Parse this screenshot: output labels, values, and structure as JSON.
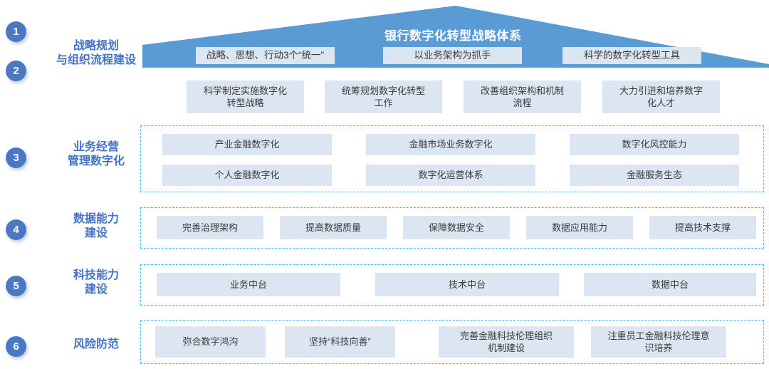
{
  "diagram": {
    "title": "银行数字化转型战略体系",
    "accent_blue": "#4472c4",
    "banner_blue": "#5b9bd5",
    "cell_blue": "#dce6f2",
    "dashed_cyan": "#3fbdf1"
  },
  "rail": [
    {
      "num": "1",
      "label": ""
    },
    {
      "num": "2",
      "label": "战略规划\n与组织流程建设"
    },
    {
      "num": "3",
      "label": "业务经营\n管理数字化"
    },
    {
      "num": "4",
      "label": "数据能力\n建设"
    },
    {
      "num": "5",
      "label": "科技能力\n建设"
    },
    {
      "num": "6",
      "label": "风险防范"
    }
  ],
  "rows": {
    "banner_items": [
      "战略、思想、行动3个“统一”",
      "以业务架构为抓手",
      "科学的数字化转型工具"
    ],
    "strategy_items": [
      "科学制定实施数字化\n转型战略",
      "统筹规划数字化转型\n工作",
      "改善组织架构和机制\n流程",
      "大力引进和培养数字\n化人才"
    ],
    "business_items": [
      "产业金融数字化",
      "金融市场业务数字化",
      "数字化风控能力",
      "个人金融数字化",
      "数字化运营体系",
      "金融服务生态"
    ],
    "data_items": [
      "完善治理架构",
      "提高数据质量",
      "保障数据安全",
      "数据应用能力",
      "提高技术支撑"
    ],
    "tech_items": [
      "业务中台",
      "技术中台",
      "数据中台"
    ],
    "risk_items": [
      "弥合数字鸿沟",
      "坚持“科技向善”",
      "完善金融科技伦理组织\n机制建设",
      "注重员工金融科技伦理意\n识培养"
    ]
  }
}
